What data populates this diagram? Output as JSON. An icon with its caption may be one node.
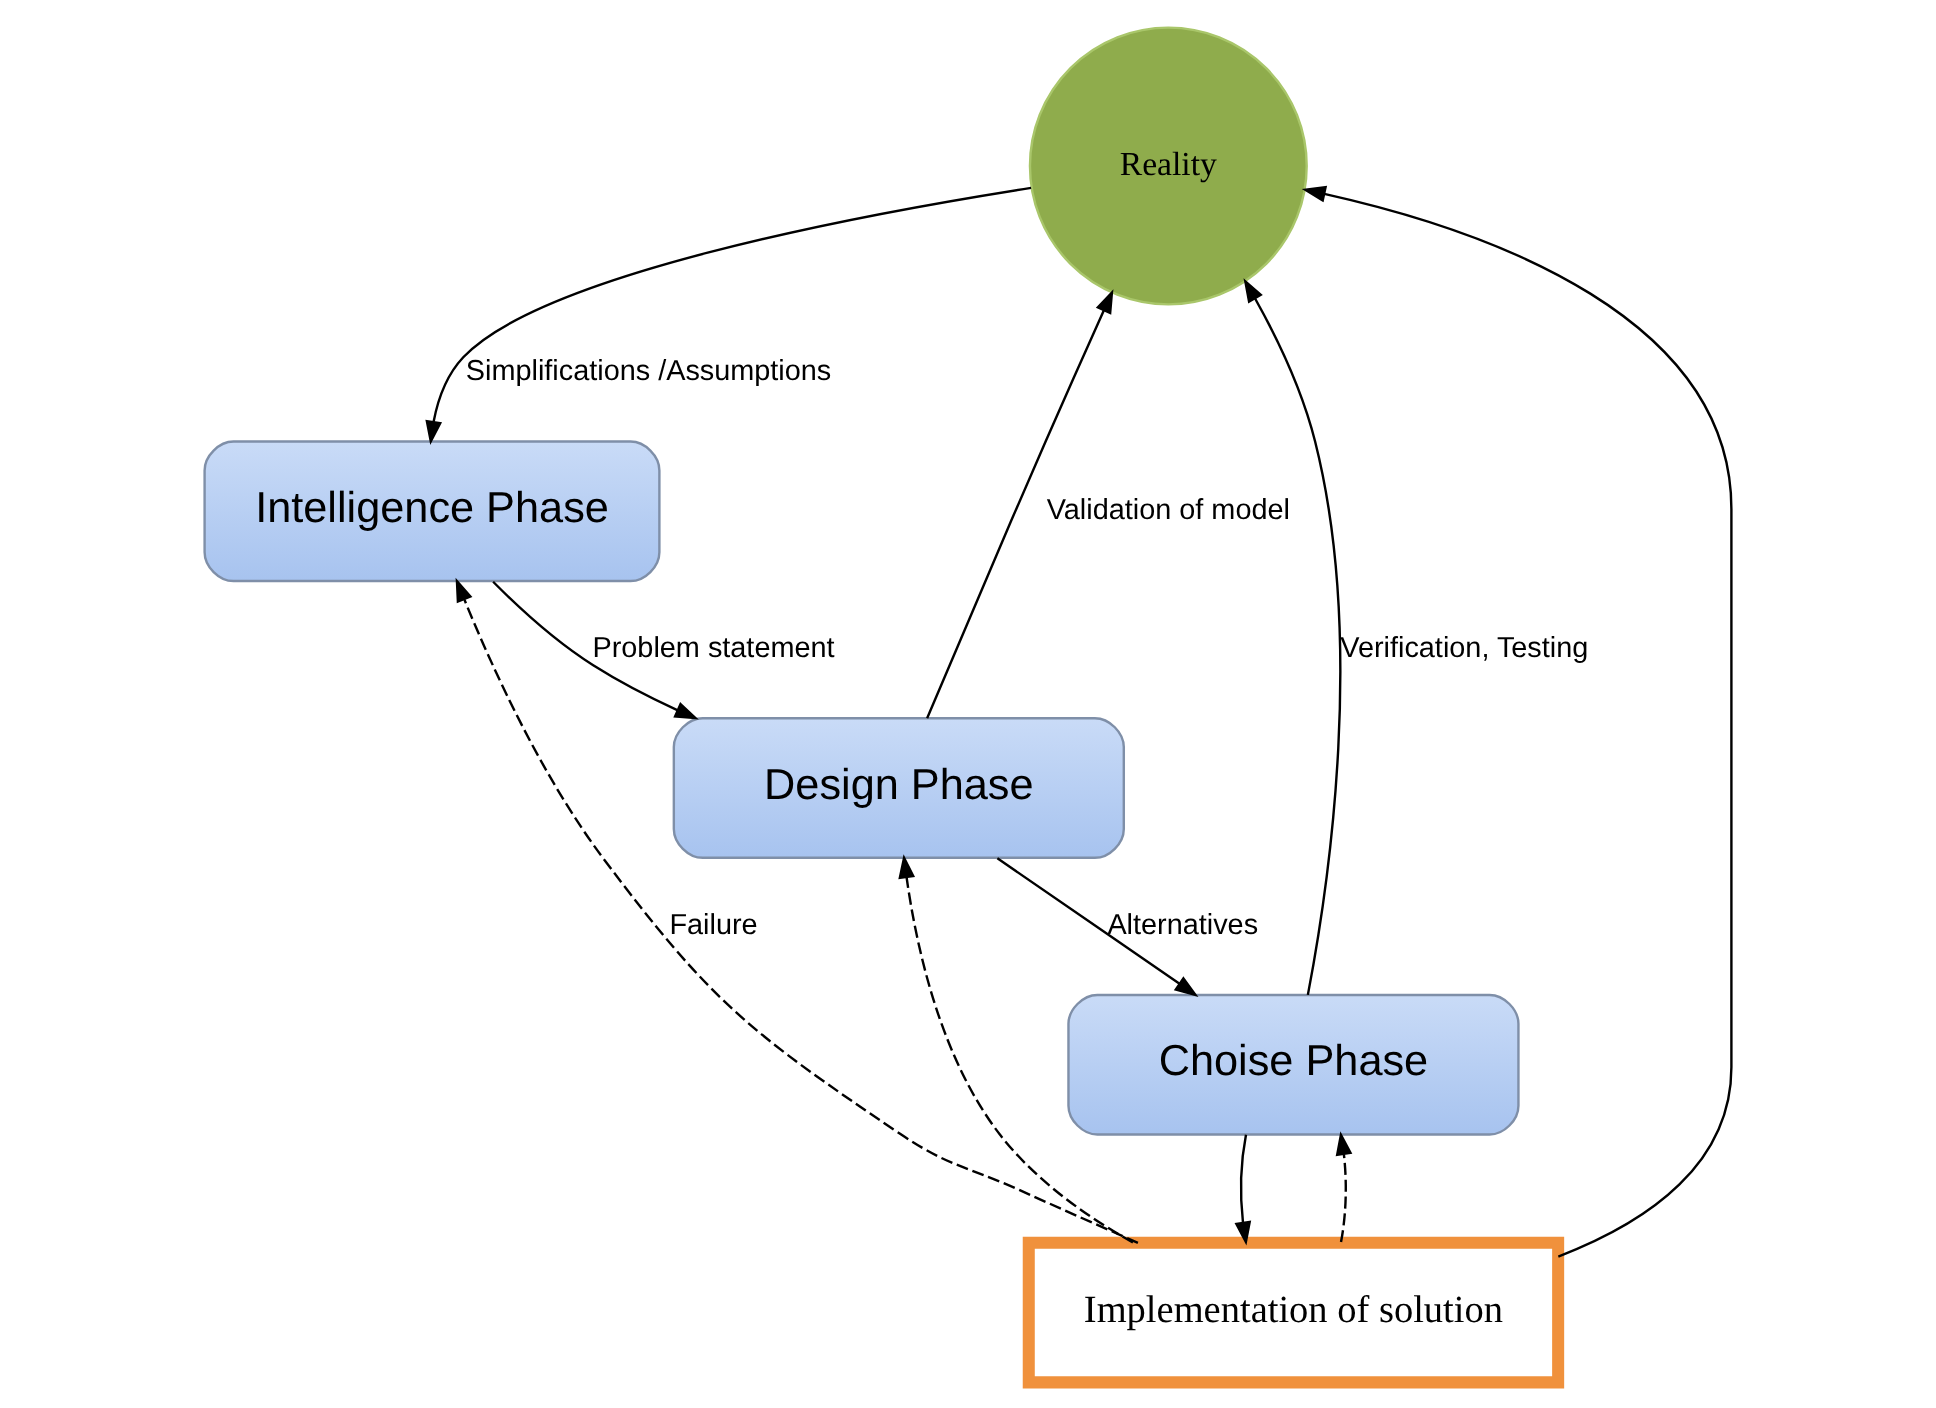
{
  "diagram": {
    "nodes": [
      {
        "text": [
          "Reality"
        ]
      },
      {
        "text": [
          "Intelligence Phase"
        ]
      },
      {
        "text": [
          "Design Phase"
        ]
      },
      {
        "text": [
          "Choise Phase"
        ]
      },
      {
        "text": [
          "Implementation of solution"
        ]
      }
    ],
    "edges": [
      {
        "from": 0,
        "to": 1,
        "arrow": "to",
        "label": "Simplifications /Assumptions"
      },
      {
        "from": 1,
        "to": 2,
        "arrow": "to",
        "label": "Problem statement"
      },
      {
        "from": 2,
        "to": 0,
        "arrow": "to",
        "label": "Validation of model"
      },
      {
        "from": 2,
        "to": 3,
        "arrow": "to",
        "label": "Alternatives"
      },
      {
        "from": 3,
        "to": 0,
        "arrow": "to",
        "label": "Verification, Testing"
      },
      {
        "from": 3,
        "to": 4,
        "arrow": "to"
      },
      {
        "from": 4,
        "to": 0,
        "arrow": "to"
      },
      {
        "from": 4,
        "to": 1,
        "arrow": "to",
        "style": "dashed",
        "label": "Failure"
      },
      {
        "from": 4,
        "to": 2,
        "arrow": "to",
        "style": "dashed"
      },
      {
        "from": 4,
        "to": 3,
        "arrow": "to",
        "style": "dashed"
      }
    ]
  }
}
